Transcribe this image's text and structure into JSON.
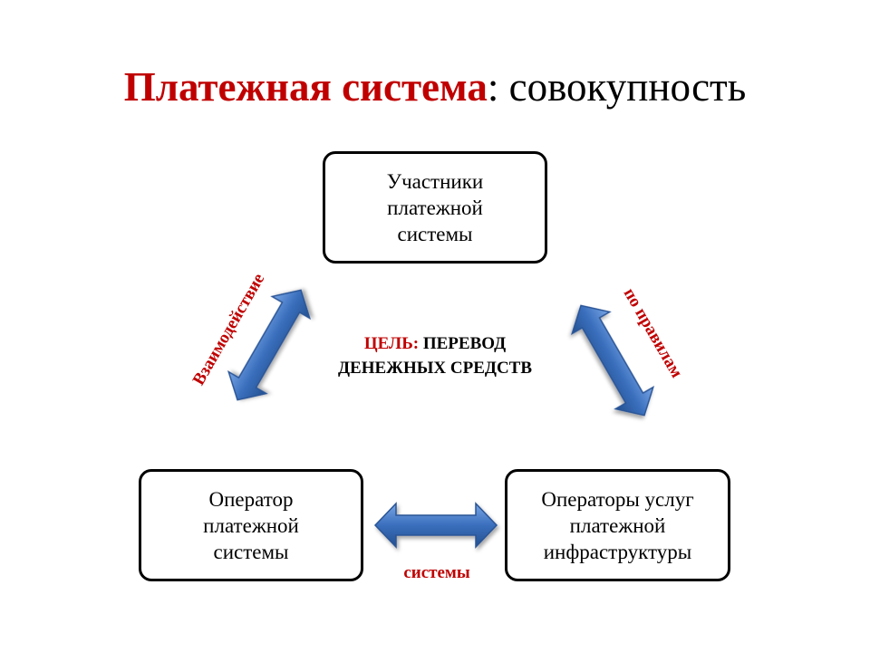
{
  "title": {
    "accent": "Платежная система",
    "rest": ": совокупность"
  },
  "boxes": {
    "top": "Участники\nплатежной\nсистемы",
    "left": "Оператор\nплатежной\nсистемы",
    "right": "Операторы услуг\nплатежной\nинфраструктуры"
  },
  "goal": {
    "label": "ЦЕЛЬ:",
    "line1_rest": " ПЕРЕВОД",
    "line2": "ДЕНЕЖНЫХ СРЕДСТВ"
  },
  "relations": {
    "left": "Взаимодействие",
    "right": "по правилам",
    "bottom": "системы"
  },
  "colors": {
    "accent": "#c00000",
    "arrow_fill": "#3a6fbd",
    "arrow_stroke": "#2a5496"
  }
}
